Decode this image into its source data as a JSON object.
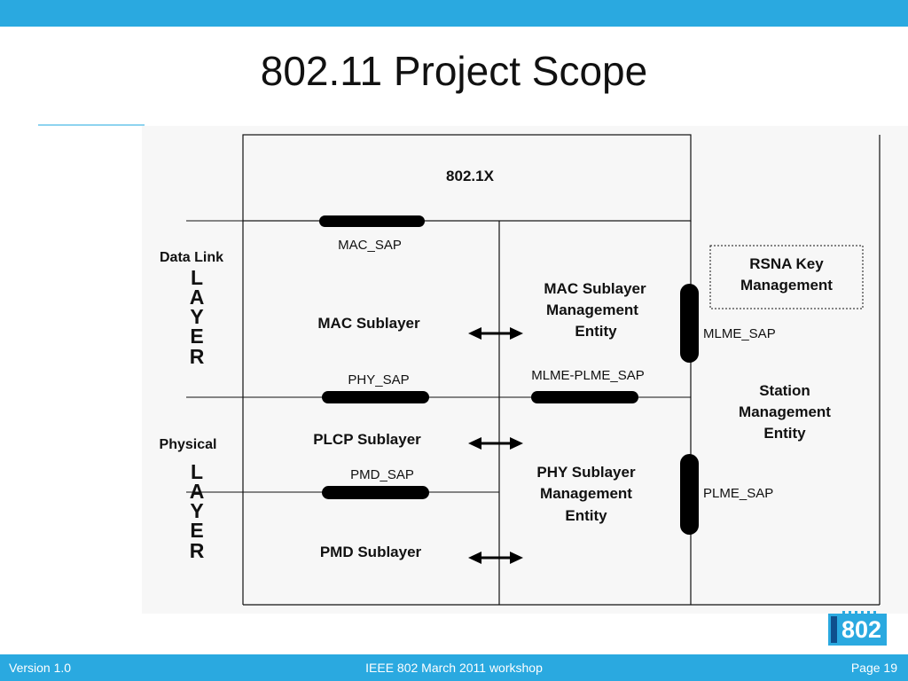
{
  "slide": {
    "title": "802.11 Project Scope"
  },
  "diagram": {
    "top_box": "802.1X",
    "left_groups": [
      {
        "name": "Data Link",
        "layer": [
          "L",
          "A",
          "Y",
          "E",
          "R"
        ]
      },
      {
        "name": "Physical",
        "layer": [
          "L",
          "A",
          "Y",
          "E",
          "R"
        ]
      }
    ],
    "sublayers": [
      "MAC Sublayer",
      "PLCP Sublayer",
      "PMD Sublayer"
    ],
    "saps": [
      "MAC_SAP",
      "PHY_SAP",
      "PMD_SAP",
      "MLME-PLME_SAP",
      "MLME_SAP",
      "PLME_SAP"
    ],
    "mac_mgmt": [
      "MAC Sublayer",
      "Management",
      "Entity"
    ],
    "phy_mgmt": [
      "PHY Sublayer",
      "Management",
      "Entity"
    ],
    "rsna": [
      "RSNA Key",
      "Management"
    ],
    "station": [
      "Station",
      "Management",
      "Entity"
    ]
  },
  "logo": {
    "text": "802",
    "bg_color": "#2AA9E0",
    "bar_color": "#0F4F8C"
  },
  "footer": {
    "left": "Version 1.0",
    "center": "IEEE 802 March 2011 workshop",
    "right": "Page 19",
    "color": "#2AA9E0"
  }
}
